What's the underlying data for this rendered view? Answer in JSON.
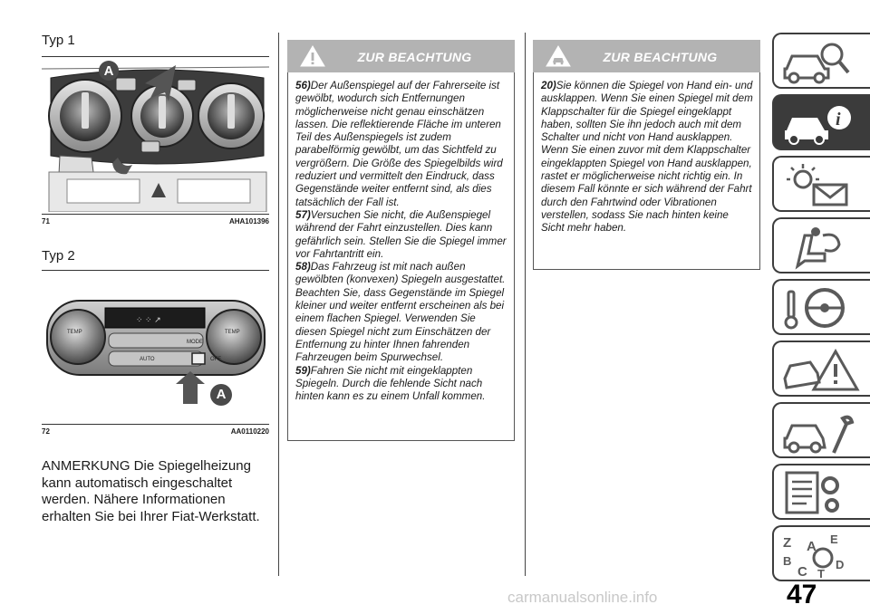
{
  "left": {
    "typ1_heading": "Typ 1",
    "fig1": {
      "number": "71",
      "code": "AHA101396",
      "callout": "A"
    },
    "typ2_heading": "Typ 2",
    "fig2": {
      "number": "72",
      "code": "AA0110220",
      "callout": "A",
      "temp_left": "TEMP",
      "temp_right": "TEMP",
      "mode": "MODE",
      "auto": "AUTO",
      "off": "OFF"
    },
    "note": "ANMERKUNG  Die Spiegelheizung kann automatisch eingeschaltet werden. Nähere Informationen erhalten Sie bei Ihrer Fiat-Werkstatt."
  },
  "middle_warning": {
    "title": "ZUR BEACHTUNG",
    "items": [
      {
        "ref": "56)",
        "text": "Der Außenspiegel auf der Fahrerseite ist gewölbt, wodurch sich Entfernungen möglicherweise nicht genau einschätzen lassen. Die reflektierende Fläche im unteren Teil des Außenspiegels ist zudem parabelförmig gewölbt, um das Sichtfeld zu vergrößern. Die Größe des Spiegelbilds wird reduziert und vermittelt den Eindruck, dass Gegenstände weiter entfernt sind, als dies tatsächlich der Fall ist."
      },
      {
        "ref": "57)",
        "text": "Versuchen Sie nicht, die Außenspiegel während der Fahrt einzustellen. Dies kann gefährlich sein. Stellen Sie die Spiegel immer vor Fahrtantritt ein."
      },
      {
        "ref": "58)",
        "text": "Das Fahrzeug ist mit nach außen gewölbten (konvexen) Spiegeln ausgestattet. Beachten Sie, dass Gegenstände im Spiegel kleiner und weiter entfernt erscheinen als bei einem flachen Spiegel. Verwenden Sie diesen Spiegel nicht zum Einschätzen der Entfernung zu hinter Ihnen fahrenden Fahrzeugen beim Spurwechsel."
      },
      {
        "ref": "59)",
        "text": "Fahren Sie nicht mit eingeklappten Spiegeln. Durch die fehlende Sicht nach hinten kann es zu einem Unfall kommen."
      }
    ]
  },
  "right_warning": {
    "title": "ZUR BEACHTUNG",
    "items": [
      {
        "ref": "20)",
        "text": "Sie können die Spiegel von Hand ein- und ausklappen. Wenn Sie einen Spiegel mit dem Klappschalter für die Spiegel eingeklappt haben, sollten Sie ihn jedoch auch mit dem Schalter und nicht von Hand ausklappen. Wenn Sie einen zuvor mit dem Klappschalter eingeklappten Spiegel von Hand ausklappen, rastet er möglicherweise nicht richtig ein. In diesem Fall könnte er sich während der Fahrt durch den Fahrtwind oder Vibrationen verstellen, sodass Sie nach hinten keine Sicht mehr haben."
      }
    ]
  },
  "side_tabs": [
    {
      "icon": "car-search-icon",
      "active": false
    },
    {
      "icon": "car-info-icon",
      "active": true
    },
    {
      "icon": "warning-light-message-icon",
      "active": false
    },
    {
      "icon": "seat-airbag-icon",
      "active": false
    },
    {
      "icon": "key-steering-wheel-icon",
      "active": false
    },
    {
      "icon": "car-crash-warning-icon",
      "active": false
    },
    {
      "icon": "car-wrench-icon",
      "active": false
    },
    {
      "icon": "list-gear-icon",
      "active": false
    },
    {
      "icon": "alphabet-index-icon",
      "active": false,
      "letters": [
        "Z",
        "E",
        "A",
        "B",
        "C",
        "D",
        "T"
      ]
    }
  ],
  "page_number": "47",
  "watermark": "carmanualsonline.info"
}
